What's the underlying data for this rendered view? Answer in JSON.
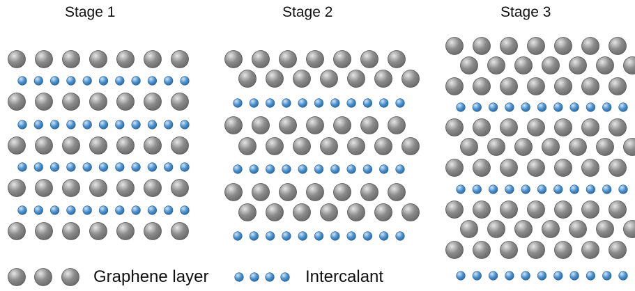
{
  "stages": [
    {
      "title": "Stage 1",
      "stacking": "AA",
      "graphene_per_row": 7,
      "intercalant_per_row": 11
    },
    {
      "title": "Stage 2",
      "stacking": "AB",
      "graphene_per_row": 7,
      "intercalant_per_row": 11
    },
    {
      "title": "Stage 3",
      "stacking": "ABA",
      "graphene_per_row": 7,
      "intercalant_per_row": 11
    }
  ],
  "legend": {
    "graphene_label": "Graphene layer",
    "intercalant_label": "Intercalant"
  },
  "colors": {
    "graphene": "#6e6e6e",
    "graphene_highlight": "#e6e6e6",
    "intercalant": "#2f6fa8",
    "intercalant_highlight": "#cfe6f8"
  }
}
